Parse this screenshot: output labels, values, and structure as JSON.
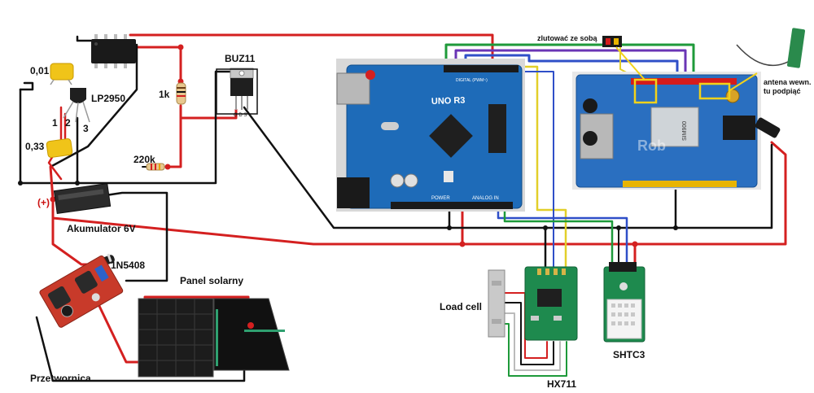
{
  "labels": {
    "cap1": "0,01",
    "regulator": "LP2950",
    "pin1": "1",
    "pin2": "2",
    "pin3": "3",
    "cap2": "0,33",
    "res1": "1k",
    "res2": "220k",
    "mosfet": "BUZ11",
    "battery_polarity": "(+)",
    "battery": "Akumulator 6V",
    "diode": "1N5408",
    "solar_panel": "Panel solarny",
    "converter": "Przetwornica",
    "load_cell": "Load cell",
    "hx711": "HX711",
    "shtc3": "SHTC3",
    "solder_note": "zlutować ze sobą",
    "antenna_note_line1": "antena wewn.",
    "antenna_note_line2": "tu podpiąć",
    "arduino_model": "UNO R3",
    "arduino_power": "POWER",
    "arduino_analog": "ANALOG IN",
    "arduino_digital": "DIGITAL (PWM~)",
    "gsm_chip": "SIM900",
    "mosfet_pins": "G D S",
    "gsm_watermark": "Rob"
  },
  "colors": {
    "wire_red": "#d42020",
    "wire_black": "#111111",
    "wire_green": "#1e9a3a",
    "wire_purple": "#6a35b5",
    "wire_blue": "#2f4fc8",
    "wire_yellow": "#e2cf2a",
    "wire_white": "#cfcfcf",
    "arduino_board": "#1e6bb8",
    "gsm_board": "#2a6fc0",
    "sensor_board": "#1e8a4e",
    "header_red": "#d41c1c",
    "capacitor": "#f0c419"
  },
  "icons": {
    "arduino": "arduino-uno-board",
    "gsm": "sim900-gsm-shield",
    "regulator": "to92-transistor",
    "mosfet": "to220-transistor",
    "ic": "dip8-chip",
    "antenna": "pcb-antenna"
  }
}
